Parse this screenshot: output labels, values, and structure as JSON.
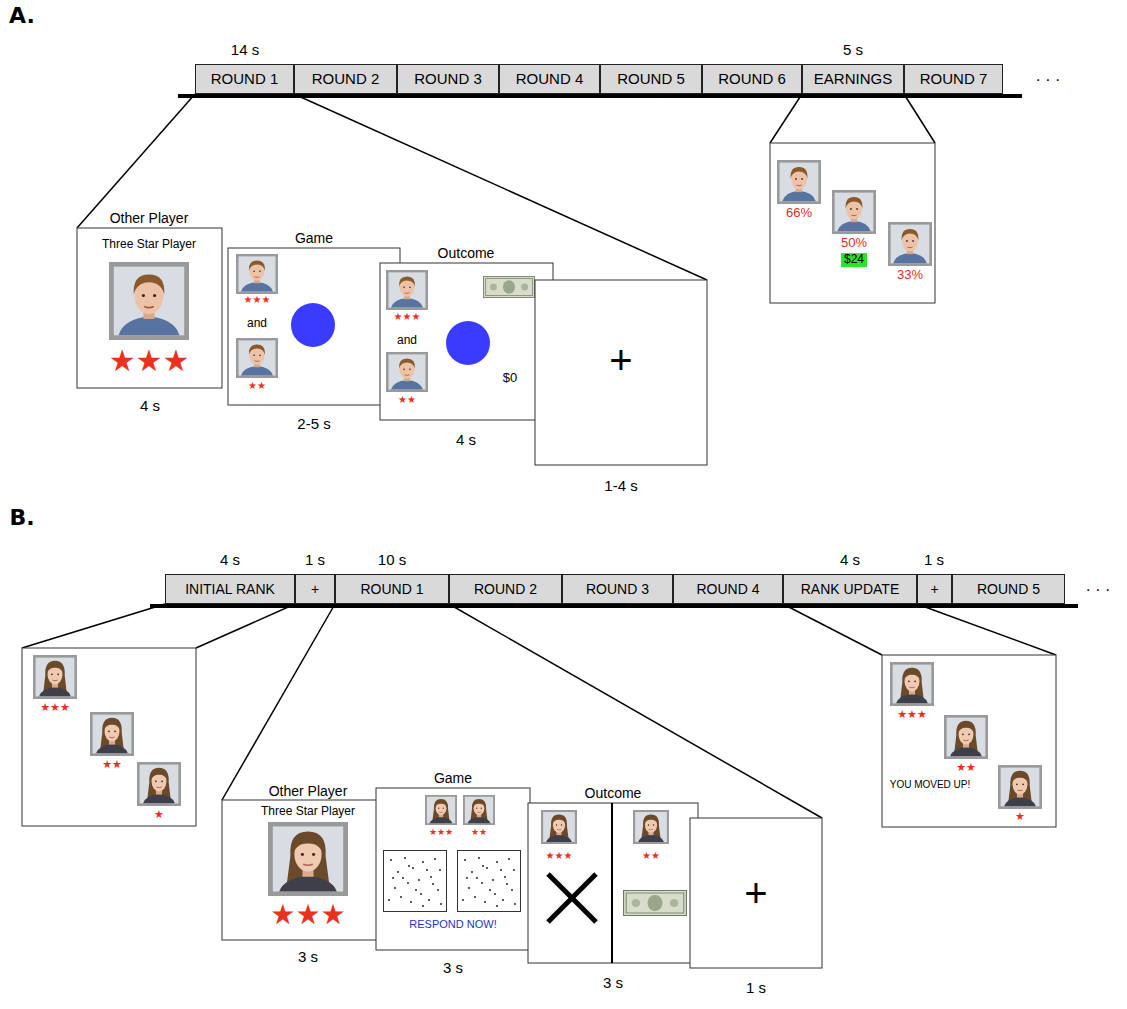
{
  "diagram": {
    "nodes": [
      {
        "text": [
          "ROUND 1"
        ]
      },
      {
        "text": [
          "ROUND 2"
        ]
      },
      {
        "text": [
          "ROUND 3"
        ]
      },
      {
        "text": [
          "ROUND 4"
        ]
      },
      {
        "text": [
          "ROUND 5"
        ]
      },
      {
        "text": [
          "ROUND 6"
        ]
      },
      {
        "text": [
          "EARNINGS"
        ]
      },
      {
        "text": [
          "ROUND 7"
        ]
      },
      {
        "text": [
          "66%",
          "50%",
          "$24",
          "33%"
        ]
      },
      {
        "text": [
          "Other Player",
          "Three Star Player",
          "★★★"
        ]
      },
      {
        "text": [
          "Game",
          "★★★",
          "and",
          "★★"
        ]
      },
      {
        "text": [
          "Outcome",
          "★★★",
          "and",
          "★★",
          "$0"
        ]
      },
      {
        "text": [
          "+"
        ]
      },
      {
        "text": [
          "INITIAL RANK"
        ]
      },
      {
        "text": [
          "+"
        ]
      },
      {
        "text": [
          "ROUND 1"
        ]
      },
      {
        "text": [
          "ROUND 2"
        ]
      },
      {
        "text": [
          "ROUND 3"
        ]
      },
      {
        "text": [
          "ROUND 4"
        ]
      },
      {
        "text": [
          "RANK UPDATE"
        ]
      },
      {
        "text": [
          "+"
        ]
      },
      {
        "text": [
          "ROUND 5"
        ]
      },
      {
        "text": [
          "★★★",
          "★★",
          "★"
        ]
      },
      {
        "text": [
          "★★★",
          "★★",
          "YOU MOVED UP!",
          "★"
        ]
      },
      {
        "text": [
          "Other Player",
          "Three Star Player",
          "★★★"
        ]
      },
      {
        "text": [
          "Game",
          "★★★",
          "★★",
          "RESPOND NOW!"
        ]
      },
      {
        "text": [
          "Outcome",
          "★★★",
          "★★"
        ]
      },
      {
        "text": [
          "+"
        ]
      }
    ],
    "edges": [
      {
        "from": 0,
        "to": 9,
        "arrow": "none"
      },
      {
        "from": 0,
        "to": 12,
        "arrow": "none"
      },
      {
        "from": 6,
        "to": 8,
        "arrow": "none"
      },
      {
        "from": 6,
        "to": 8,
        "arrow": "none"
      },
      {
        "from": 13,
        "to": 22,
        "arrow": "none"
      },
      {
        "from": 13,
        "to": 22,
        "arrow": "none"
      },
      {
        "from": 15,
        "to": 24,
        "arrow": "none"
      },
      {
        "from": 15,
        "to": 27,
        "arrow": "none"
      },
      {
        "from": 19,
        "to": 23,
        "arrow": "none"
      },
      {
        "from": 19,
        "to": 23,
        "arrow": "none"
      }
    ],
    "labels": [
      "A.",
      "14 s",
      "5 s",
      "· · ·",
      "4 s",
      "2-5 s",
      "4 s",
      "1-4 s",
      "B.",
      "4 s",
      "1 s",
      "10 s",
      "4 s",
      "1 s",
      "· · ·",
      "3 s",
      "3 s",
      "3 s",
      "1 s"
    ]
  }
}
